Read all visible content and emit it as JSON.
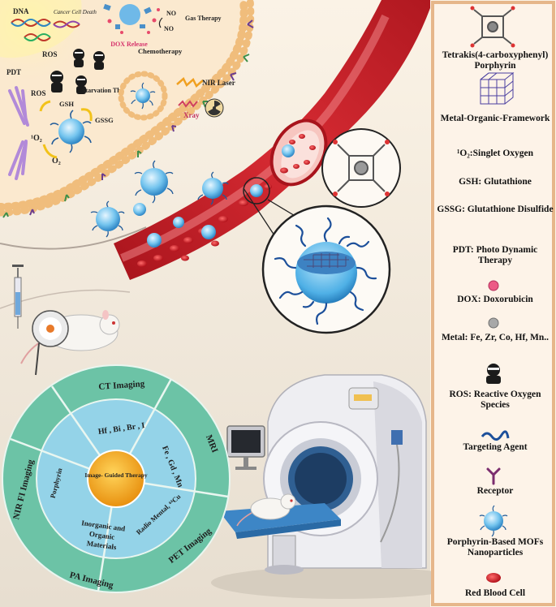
{
  "cell": {
    "dna": "DNA",
    "cancer_cell_death": "Cancer Cell Death",
    "ros_top": "ROS",
    "dox_release": "DOX Release",
    "no_1": "NO",
    "no_2": "NO",
    "gas_therapy": "Gas Therapy",
    "chemotherapy": "Chemotherapy",
    "pdt": "PDT",
    "ros_mid": "ROS",
    "gsh": "GSH",
    "starvation_therapy": "Starvation Therapy",
    "gssg": "GSSG",
    "singlet_o2": "¹O₂",
    "o2": "O₂",
    "nir_laser": "NIR Laser",
    "xray": "Xray"
  },
  "wheel": {
    "center": "Image- Guided Therapy",
    "outer": {
      "ct": "CT Imaging",
      "mri": "MRI",
      "pet": "PET Imaging",
      "pa": "PA Imaging",
      "nir": "NIR FI Imaging"
    },
    "inner": {
      "ct": "Hf , Bi , Br , I",
      "mri": "Fe , Gd , Mn",
      "pet": "Radio Mental, ⁶⁴Cu",
      "pa_line1": "Inorganic and",
      "pa_line2": "Organic",
      "pa_line3": "Materials",
      "nir": "Porphyrin"
    }
  },
  "legend": {
    "items": [
      {
        "label": "Tetrakis(4-carboxyphenyl) Porphyrin",
        "icon": "porphyrin-molecule-icon"
      },
      {
        "label": "Metal-Organic-Framework",
        "icon": "mof-cube-icon"
      },
      {
        "label": "¹O₂:Singlet Oxygen",
        "icon": ""
      },
      {
        "label": "GSH: Glutathione",
        "icon": ""
      },
      {
        "label": "GSSG: Glutathione Disulfide",
        "icon": ""
      },
      {
        "label": "PDT: Photo Dynamic Therapy",
        "icon": ""
      },
      {
        "label": "DOX: Doxorubicin",
        "icon": "pink-sphere-icon"
      },
      {
        "label": "Metal: Fe, Zr, Co, Hf, Mn..",
        "icon": "grey-sphere-icon"
      },
      {
        "label": "ROS: Reactive Oxygen Species",
        "icon": "ninja-icon"
      },
      {
        "label": "Targeting Agent",
        "icon": "wavy-strand-icon"
      },
      {
        "label": "Receptor",
        "icon": "receptor-icon"
      },
      {
        "label": "Porphyrin-Based MOFs Nanoparticles",
        "icon": "nanoparticle-icon"
      },
      {
        "label": "Red Blood Cell",
        "icon": "red-blood-cell-icon"
      }
    ]
  },
  "colors": {
    "cell_fill": "#fbe9cf",
    "membrane": "#f4c98e",
    "vessel": "#c8202a",
    "nanoparticle": "#6fc2ec",
    "wheel_outer": "#62bfa0",
    "wheel_inner": "#8fd1e6",
    "wheel_center": "#f4a81d",
    "legend_border": "#e8b98c"
  }
}
